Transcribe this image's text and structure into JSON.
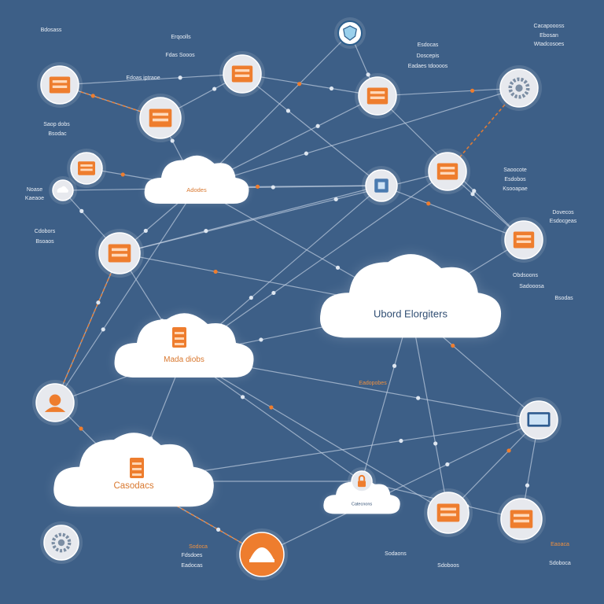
{
  "colors": {
    "background": "#3d5f87",
    "line": "#c9d6e6",
    "accent": "#ee7d2e",
    "cloud": "#ffffff",
    "node_bg": "#e7e9ee",
    "node_dark": "#8fa0b4"
  },
  "clouds": [
    {
      "id": "cloud-top",
      "label": "Adodes",
      "label_color": "orange"
    },
    {
      "id": "cloud-center-right",
      "label": "Ubord Elorgiters",
      "label_color": "dark"
    },
    {
      "id": "cloud-middle-left",
      "label": "Mada diobs",
      "label_color": "orange"
    },
    {
      "id": "cloud-bottom-left",
      "label": "Casodacs",
      "label_color": "orange"
    },
    {
      "id": "cloud-bottom-center",
      "label": "Catecnons",
      "label_color": "dark"
    }
  ],
  "nodes": [
    {
      "id": "n-top-left",
      "icon": "server-icon"
    },
    {
      "id": "n-top-center",
      "icon": "database-icon"
    },
    {
      "id": "n-shield",
      "icon": "shield-icon"
    },
    {
      "id": "n-top-mid-right",
      "icon": "server-icon"
    },
    {
      "id": "n-top-right",
      "icon": "gear-icon"
    },
    {
      "id": "n-left-2",
      "icon": "database-icon"
    },
    {
      "id": "n-left-3",
      "icon": "server-icon"
    },
    {
      "id": "n-left-small",
      "icon": "cloud-icon"
    },
    {
      "id": "n-left-drive",
      "icon": "drive-icon"
    },
    {
      "id": "n-mid-chip",
      "icon": "chip-icon"
    },
    {
      "id": "n-mid-right",
      "icon": "server-icon"
    },
    {
      "id": "n-right-2",
      "icon": "database-icon"
    },
    {
      "id": "n-left-face",
      "icon": "user-icon"
    },
    {
      "id": "n-right-monitor",
      "icon": "monitor-icon"
    },
    {
      "id": "n-bottom-lock",
      "icon": "lock-icon"
    },
    {
      "id": "n-bottom-left",
      "icon": "gear-icon"
    },
    {
      "id": "n-bottom-orange",
      "icon": "user-icon"
    },
    {
      "id": "n-bottom-server1",
      "icon": "server-icon"
    },
    {
      "id": "n-bottom-server2",
      "icon": "server-icon"
    }
  ],
  "node_labels": [
    {
      "id": "t1",
      "text": "Bdosass",
      "color": "light"
    },
    {
      "id": "t2",
      "text": "Erqoolls",
      "color": "light"
    },
    {
      "id": "t3",
      "text": "Fdas Sooos",
      "color": "light"
    },
    {
      "id": "t4",
      "text": "Edoas iptraoe",
      "color": "light"
    },
    {
      "id": "t5",
      "text": "Saop dobs",
      "color": "light"
    },
    {
      "id": "t6",
      "text": "Bsodac",
      "color": "light"
    },
    {
      "id": "t7",
      "text": "Noase",
      "color": "light"
    },
    {
      "id": "t8",
      "text": "Kaeaoe",
      "color": "light"
    },
    {
      "id": "t9",
      "text": "Cdobors",
      "color": "light"
    },
    {
      "id": "t10",
      "text": "Bsoaos",
      "color": "light"
    },
    {
      "id": "t11",
      "text": "Esdocas",
      "color": "light"
    },
    {
      "id": "t12",
      "text": "Doscepis",
      "color": "light"
    },
    {
      "id": "t13",
      "text": "Eadaes tdoooos",
      "color": "light"
    },
    {
      "id": "t14",
      "text": "Cacapoooss",
      "color": "light"
    },
    {
      "id": "t15",
      "text": "Ebosan",
      "color": "light"
    },
    {
      "id": "t16",
      "text": "Wtadcosoes",
      "color": "light"
    },
    {
      "id": "t17",
      "text": "Saoocote",
      "color": "light"
    },
    {
      "id": "t18",
      "text": "Esdobos",
      "color": "light"
    },
    {
      "id": "t19",
      "text": "Ksooapae",
      "color": "light"
    },
    {
      "id": "t20",
      "text": "Dovecos",
      "color": "light"
    },
    {
      "id": "t21",
      "text": "Esdocgeas",
      "color": "light"
    },
    {
      "id": "t22",
      "text": "Eadopobes",
      "color": "orange"
    },
    {
      "id": "t23",
      "text": "Obdsoons",
      "color": "light"
    },
    {
      "id": "t24",
      "text": "Sadooosa",
      "color": "light"
    },
    {
      "id": "t25",
      "text": "Bsodas",
      "color": "light"
    },
    {
      "id": "t26",
      "text": "Sodoca",
      "color": "orange"
    },
    {
      "id": "t27",
      "text": "Fdsdoes",
      "color": "light"
    },
    {
      "id": "t28",
      "text": "Eadocas",
      "color": "light"
    },
    {
      "id": "t29",
      "text": "Sodaons",
      "color": "light"
    },
    {
      "id": "t30",
      "text": "Sdoboos",
      "color": "light"
    },
    {
      "id": "t31",
      "text": "Eaoaca",
      "color": "orange"
    },
    {
      "id": "t32",
      "text": "Sdoboca",
      "color": "light"
    }
  ]
}
